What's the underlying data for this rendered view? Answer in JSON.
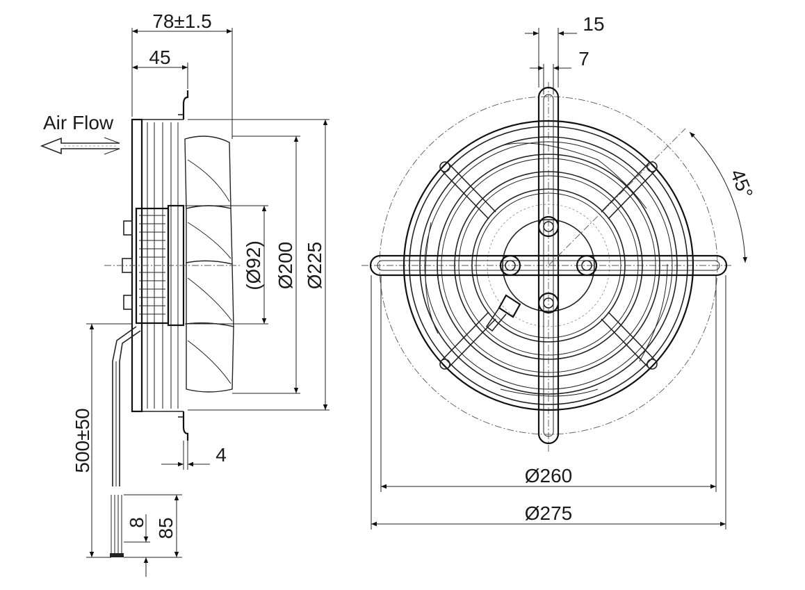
{
  "side_view": {
    "dim_depth_total": "78±1.5",
    "dim_depth_grille": "45",
    "dim_hub": "(Ø92)",
    "dim_blade": "Ø200",
    "dim_venturi": "Ø225",
    "dim_bracket": "4",
    "dim_cable": "500±50",
    "dim_wire_strip": "8",
    "dim_wire_end": "85",
    "airflow_label": "Air Flow"
  },
  "front_view": {
    "dim_slot_outer": "15",
    "dim_slot_inner": "7",
    "dim_angle": "45°",
    "dim_grille": "Ø260",
    "dim_outer": "Ø275"
  }
}
